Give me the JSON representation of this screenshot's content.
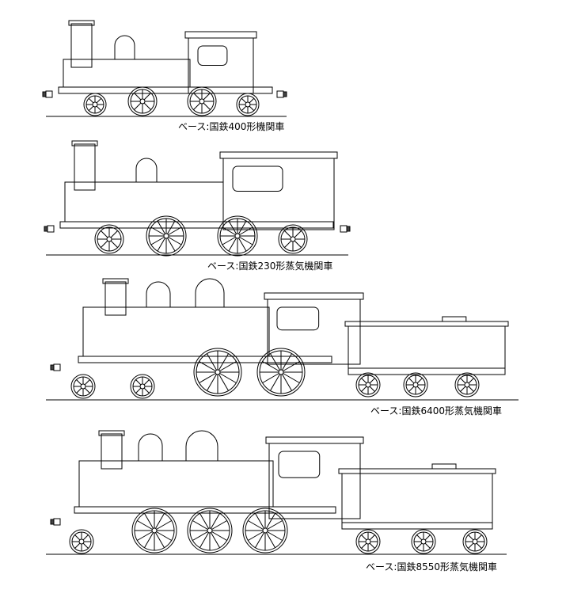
{
  "captions": [
    "ベース:国鉄400形機関車",
    "ベース:国鉄230形蒸気機関車",
    "ベース:国鉄6400形蒸気機関車",
    "ベース:国鉄8550形蒸気機関車"
  ],
  "colors": {
    "line": "#000000",
    "background": "#ffffff"
  }
}
